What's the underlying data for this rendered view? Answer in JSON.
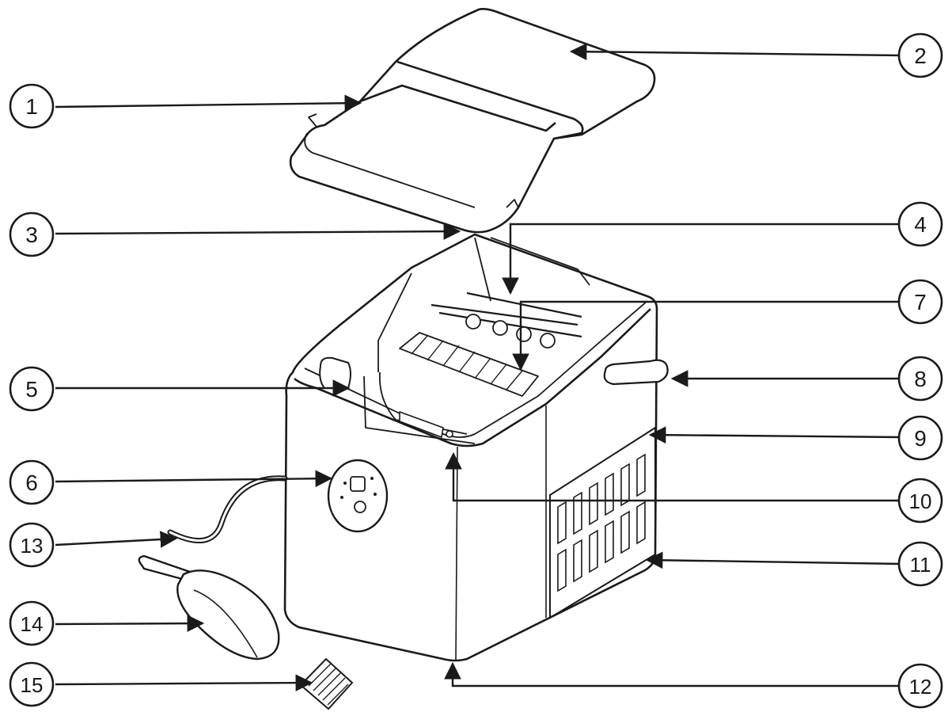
{
  "diagram": {
    "callouts": [
      {
        "number": "1"
      },
      {
        "number": "2"
      },
      {
        "number": "3"
      },
      {
        "number": "4"
      },
      {
        "number": "5"
      },
      {
        "number": "6"
      },
      {
        "number": "7"
      },
      {
        "number": "8"
      },
      {
        "number": "9"
      },
      {
        "number": "10"
      },
      {
        "number": "11"
      },
      {
        "number": "12"
      },
      {
        "number": "13"
      },
      {
        "number": "14"
      },
      {
        "number": "15"
      }
    ],
    "colors": {
      "line": "#1a1a1a",
      "background": "#ffffff"
    }
  }
}
